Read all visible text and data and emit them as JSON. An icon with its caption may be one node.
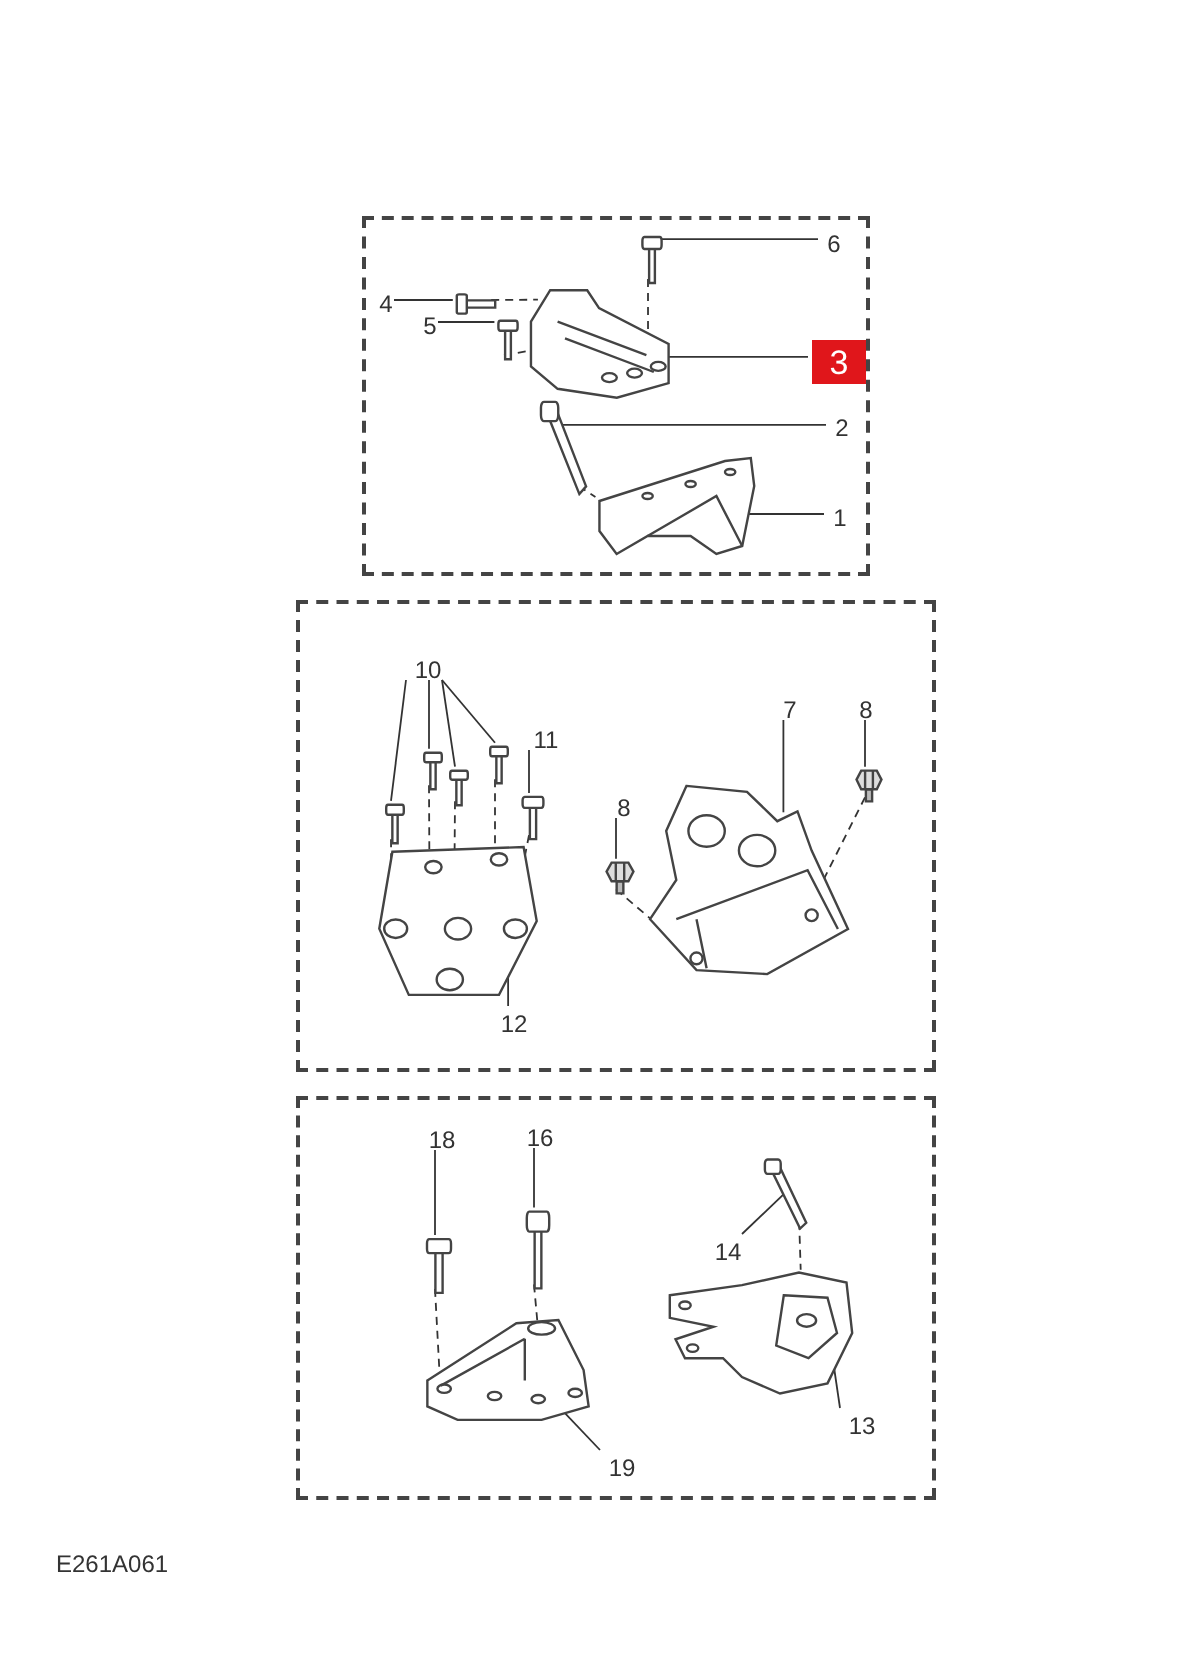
{
  "diagram": {
    "nodes": [
      {
        "text": [],
        "shape": "box"
      },
      {
        "text": [
          "4"
        ],
        "in": 0
      },
      {
        "text": [
          "5"
        ],
        "in": 0
      },
      {
        "text": [
          "6"
        ],
        "in": 0
      },
      {
        "text": [
          "3"
        ],
        "in": 0
      },
      {
        "text": [
          "2"
        ],
        "in": 0
      },
      {
        "text": [
          "1"
        ],
        "in": 0
      },
      {
        "text": [],
        "shape": "picture",
        "in": 0
      },
      {
        "text": [],
        "shape": "picture",
        "in": 0
      },
      {
        "text": [],
        "shape": "picture",
        "in": 0
      },
      {
        "text": [],
        "shape": "picture",
        "in": 0
      },
      {
        "text": [],
        "shape": "picture",
        "in": 0
      },
      {
        "text": [],
        "shape": "picture",
        "in": 0
      },
      {
        "text": [],
        "shape": "box"
      },
      {
        "text": [
          "10"
        ],
        "in": 13
      },
      {
        "text": [
          "11"
        ],
        "in": 13
      },
      {
        "text": [
          "7"
        ],
        "in": 13
      },
      {
        "text": [
          "8"
        ],
        "in": 13
      },
      {
        "text": [
          "8"
        ],
        "in": 13
      },
      {
        "text": [
          "12"
        ],
        "in": 13
      },
      {
        "text": [],
        "shape": "picture",
        "in": 13
      },
      {
        "text": [],
        "shape": "picture",
        "in": 13
      },
      {
        "text": [],
        "shape": "picture",
        "in": 13
      },
      {
        "text": [],
        "shape": "picture",
        "in": 13
      },
      {
        "text": [],
        "shape": "picture",
        "in": 13
      },
      {
        "text": [],
        "shape": "picture",
        "in": 13
      },
      {
        "text": [],
        "shape": "picture",
        "in": 13
      },
      {
        "text": [],
        "shape": "picture",
        "in": 13
      },
      {
        "text": [],
        "shape": "picture",
        "in": 13
      },
      {
        "text": [],
        "shape": "box"
      },
      {
        "text": [
          "18"
        ],
        "in": 29
      },
      {
        "text": [
          "16"
        ],
        "in": 29
      },
      {
        "text": [
          "14"
        ],
        "in": 29
      },
      {
        "text": [
          "19"
        ],
        "in": 29
      },
      {
        "text": [
          "13"
        ],
        "in": 29
      },
      {
        "text": [],
        "shape": "picture",
        "in": 29
      },
      {
        "text": [],
        "shape": "picture",
        "in": 29
      },
      {
        "text": [],
        "shape": "picture",
        "in": 29
      },
      {
        "text": [],
        "shape": "picture",
        "in": 29
      },
      {
        "text": [],
        "shape": "picture",
        "in": 29
      }
    ],
    "edges": [
      {
        "from": 1,
        "to": 7,
        "arrow": "none"
      },
      {
        "from": 2,
        "to": 8,
        "arrow": "none"
      },
      {
        "from": 3,
        "to": 9,
        "arrow": "none"
      },
      {
        "from": 4,
        "to": 10,
        "arrow": "none"
      },
      {
        "from": 5,
        "to": 11,
        "arrow": "none"
      },
      {
        "from": 6,
        "to": 12,
        "arrow": "none"
      },
      {
        "from": 14,
        "to": 20,
        "arrow": "none"
      },
      {
        "from": 14,
        "to": 21,
        "arrow": "none"
      },
      {
        "from": 14,
        "to": 22,
        "arrow": "none"
      },
      {
        "from": 14,
        "to": 23,
        "arrow": "none"
      },
      {
        "from": 15,
        "to": 24,
        "arrow": "none"
      },
      {
        "from": 16,
        "to": 26,
        "arrow": "none"
      },
      {
        "from": 17,
        "to": 27,
        "arrow": "none"
      },
      {
        "from": 18,
        "to": 28,
        "arrow": "none"
      },
      {
        "from": 19,
        "to": 25,
        "arrow": "none"
      },
      {
        "from": 30,
        "to": 35,
        "arrow": "none"
      },
      {
        "from": 31,
        "to": 36,
        "arrow": "none"
      },
      {
        "from": 32,
        "to": 38,
        "arrow": "none"
      },
      {
        "from": 33,
        "to": 37,
        "arrow": "none"
      },
      {
        "from": 34,
        "to": 39,
        "arrow": "none"
      },
      {
        "from": 7,
        "to": 10,
        "arrow": "none",
        "style": "dashed"
      },
      {
        "from": 8,
        "to": 10,
        "arrow": "none",
        "style": "dashed"
      },
      {
        "from": 9,
        "to": 10,
        "arrow": "none",
        "style": "dashed"
      },
      {
        "from": 11,
        "to": 12,
        "arrow": "none",
        "style": "dashed"
      },
      {
        "from": 20,
        "to": 25,
        "arrow": "none",
        "style": "dashed"
      },
      {
        "from": 21,
        "to": 25,
        "arrow": "none",
        "style": "dashed"
      },
      {
        "from": 22,
        "to": 25,
        "arrow": "none",
        "style": "dashed"
      },
      {
        "from": 23,
        "to": 25,
        "arrow": "none",
        "style": "dashed"
      },
      {
        "from": 24,
        "to": 25,
        "arrow": "none",
        "style": "dashed"
      },
      {
        "from": 27,
        "to": 26,
        "arrow": "none",
        "style": "dashed"
      },
      {
        "from": 28,
        "to": 26,
        "arrow": "none",
        "style": "dashed"
      },
      {
        "from": 35,
        "to": 37,
        "arrow": "none",
        "style": "dashed"
      },
      {
        "from": 36,
        "to": 37,
        "arrow": "none",
        "style": "dashed"
      },
      {
        "from": 38,
        "to": 39,
        "arrow": "none",
        "style": "dashed"
      }
    ],
    "labels": [
      "E261A061"
    ]
  }
}
